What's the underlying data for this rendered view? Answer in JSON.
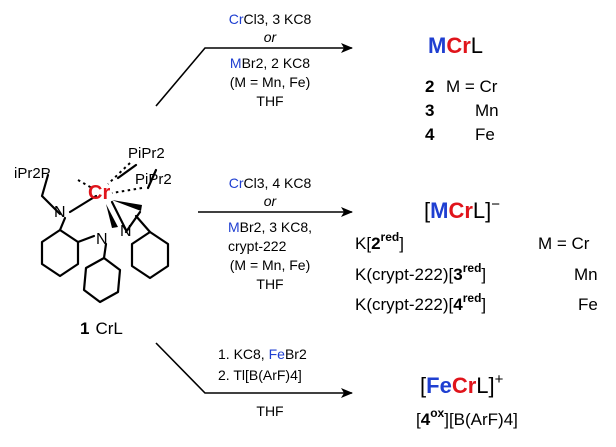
{
  "reaction1": {
    "reagent_cr": "Cr",
    "reagent_tail": "Cl3, 3 KC8",
    "or": "or",
    "reagent_m": "M",
    "reagent_m_tail": "Br2, 2 KC8",
    "m_note": "(M = Mn, Fe)",
    "solvent": "THF"
  },
  "product1": {
    "m": "M",
    "cr": "Cr",
    "l": "L",
    "rows": [
      {
        "num": "2",
        "label": "M = Cr"
      },
      {
        "num": "3",
        "label": "Mn"
      },
      {
        "num": "4",
        "label": "Fe"
      }
    ]
  },
  "reaction2": {
    "reagent_cr": "Cr",
    "reagent_tail": "Cl3, 4 KC8",
    "or": "or",
    "reagent_m": "M",
    "reagent_m_tail": "Br2, 3 KC8,",
    "crypt": "crypt-222",
    "m_note": "(M = Mn, Fe)",
    "solvent": "THF"
  },
  "product2": {
    "bracket_open": "[",
    "m": "M",
    "cr": "Cr",
    "l": "L]",
    "charge": "−",
    "rows": [
      {
        "prefix": "K[",
        "num": "2",
        "sup": "red",
        "suffix": "]",
        "m": "M = Cr"
      },
      {
        "prefix": "K(crypt-222)[",
        "num": "3",
        "sup": "red",
        "suffix": "]",
        "m": "Mn"
      },
      {
        "prefix": "K(crypt-222)[",
        "num": "4",
        "sup": "red",
        "suffix": "]",
        "m": "Fe"
      }
    ]
  },
  "reaction3": {
    "step1_pre": "1. KC8, ",
    "step1_fe": "Fe",
    "step1_post": "Br2",
    "step2": "2. Tl[B(ArF)4]",
    "solvent": "THF"
  },
  "product3": {
    "bracket_open": "[",
    "fe": "Fe",
    "cr": "Cr",
    "l": "L]",
    "charge": "+",
    "salt_pre": "[",
    "salt_num": "4",
    "salt_sup": "ox",
    "salt_post": "][B(ArF)4]"
  },
  "compound1": {
    "metal": "Cr",
    "p_left": "iPr2P",
    "p_top": "PiPr2",
    "p_mid": "PiPr2",
    "n": "N",
    "num": "1",
    "name": "CrL"
  },
  "colors": {
    "blue": "#1f3fd1",
    "red": "#e0141b",
    "black": "#000000"
  }
}
